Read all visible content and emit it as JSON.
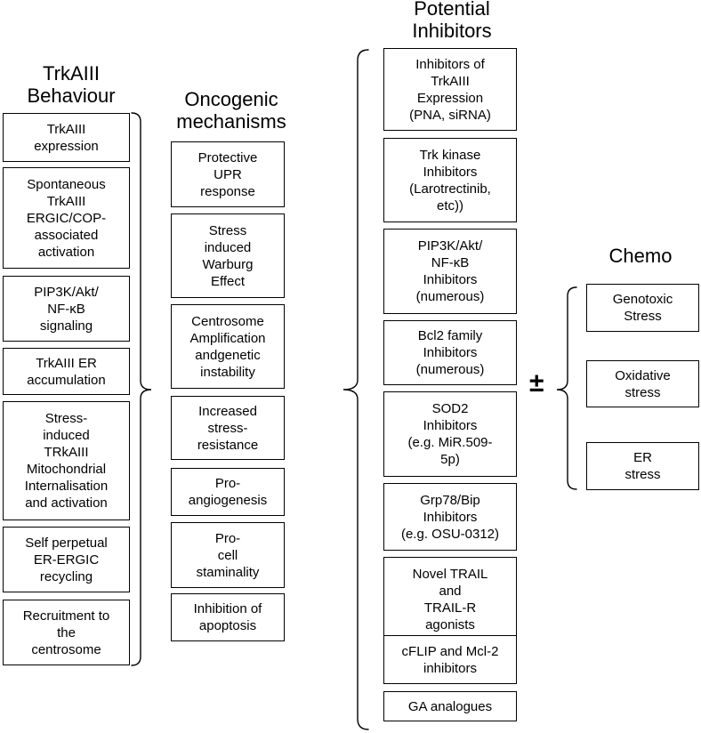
{
  "columns": [
    {
      "id": "trkaiii-behaviour",
      "header": [
        "TrkAIII",
        "Behaviour"
      ],
      "boxes": [
        [
          "TrkAIII",
          "expression"
        ],
        [
          "Spontaneous",
          "TrkAIII",
          "ERGIC/COP-",
          "associated",
          "activation"
        ],
        [
          "PIP3K/Akt/",
          "NF-κB",
          "signaling"
        ],
        [
          "TrkAIII ER",
          "accumulation"
        ],
        [
          "Stress-",
          "induced",
          "TRkAIII",
          "Mitochondrial",
          "Internalisation",
          "and activation"
        ],
        [
          "Self perpetual",
          "ER-ERGIC",
          "recycling"
        ],
        [
          "Recruitment to",
          "the",
          "centrosome"
        ]
      ]
    },
    {
      "id": "oncogenic-mechanisms",
      "header": [
        "Oncogenic",
        "mechanisms"
      ],
      "boxes": [
        [
          "Protective",
          "UPR",
          "response"
        ],
        [
          "Stress",
          "induced",
          "Warburg",
          "Effect"
        ],
        [
          "Centrosome",
          "Amplification",
          "andgenetic",
          "instability"
        ],
        [
          "Increased",
          "stress-",
          "resistance"
        ],
        [
          "Pro-",
          "angiogenesis"
        ],
        [
          "Pro-",
          "cell",
          "staminality"
        ],
        [
          "Inhibition of",
          "apoptosis"
        ]
      ]
    },
    {
      "id": "potential-inhibitors",
      "header": [
        "Potential",
        "Inhibitors"
      ],
      "boxes": [
        [
          "Inhibitors of",
          "TrkAIII",
          "Expression",
          "(PNA, siRNA)"
        ],
        [
          "Trk kinase",
          "Inhibitors",
          "(Larotrectinib,",
          "etc))"
        ],
        [
          "PIP3K/Akt/",
          "NF-κB",
          "Inhibitors",
          "(numerous)"
        ],
        [
          "Bcl2 family",
          "Inhibitors",
          "(numerous)"
        ],
        [
          "SOD2",
          "Inhibitors",
          "(e.g. MiR.509-",
          "5p)"
        ],
        [
          "Grp78/Bip",
          "Inhibitors",
          "(e.g. OSU-0312)"
        ],
        [
          "Novel TRAIL",
          "and",
          "TRAIL-R",
          "agonists"
        ],
        [
          "cFLIP and Mcl-2",
          "inhibitors"
        ],
        [
          "GA analogues"
        ]
      ]
    },
    {
      "id": "chemo",
      "header": [
        "Chemo"
      ],
      "boxes": [
        [
          "Genotoxic",
          "Stress"
        ],
        [
          "Oxidative",
          "stress"
        ],
        [
          "ER",
          "stress"
        ]
      ]
    }
  ],
  "plus_minus": "±"
}
